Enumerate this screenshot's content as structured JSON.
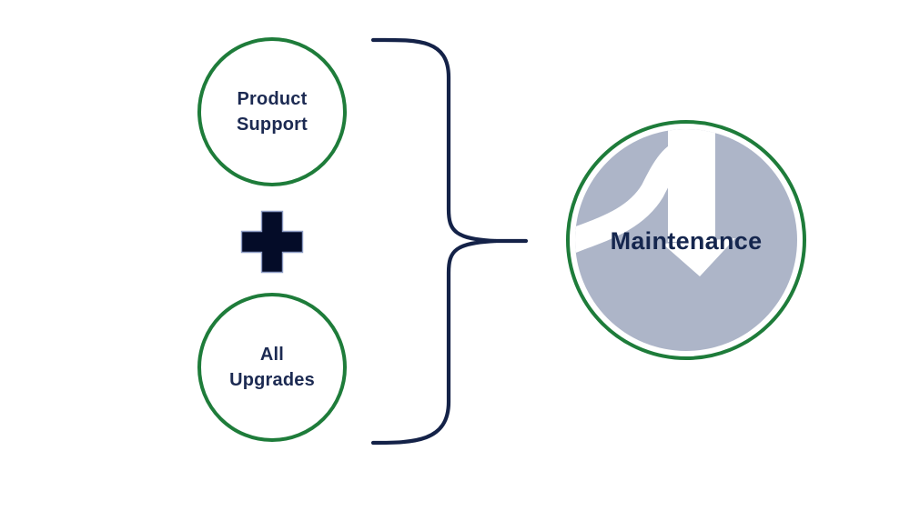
{
  "diagram": {
    "description": "Two components combined with a plus and a curly brace equal Maintenance",
    "colors": {
      "background": "#ffffff",
      "circle_outline_green": "#1e7c3a",
      "text_navy": "#1c2a52",
      "plus_fill": "#040c28",
      "plus_outline": "#8d9cc4",
      "brace_navy": "#142248",
      "result_fill_gray": "#adb5c8",
      "result_label_navy": "#15264e"
    },
    "input_1": {
      "lines": [
        "Product",
        "Support"
      ]
    },
    "operator": {
      "icon": "plus-icon",
      "meaning": "+"
    },
    "input_2": {
      "lines": [
        "All",
        "Upgrades"
      ]
    },
    "brace": {
      "icon": "curly-brace-right",
      "meaning": "combines into"
    },
    "result": {
      "label": "Maintenance",
      "icon": "circular-arrow-icon"
    }
  }
}
